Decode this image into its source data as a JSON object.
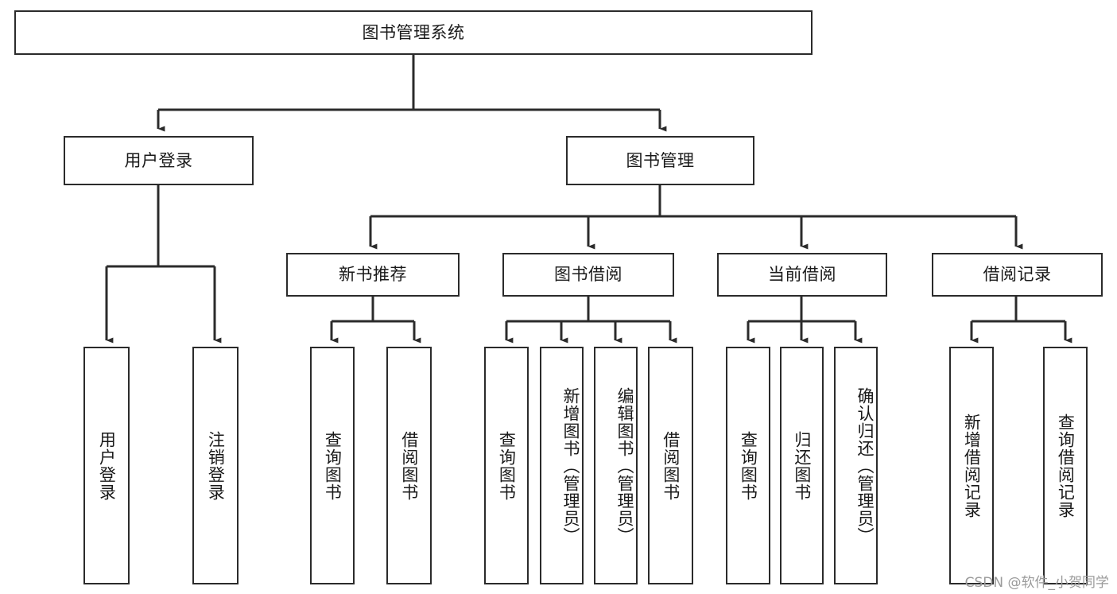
{
  "diagram": {
    "title": "图书管理系统",
    "type": "tree-hierarchy",
    "root": {
      "label": "图书管理系统"
    },
    "level2": [
      {
        "label": "用户登录"
      },
      {
        "label": "图书管理"
      }
    ],
    "level3": [
      {
        "label": "新书推荐"
      },
      {
        "label": "图书借阅"
      },
      {
        "label": "当前借阅"
      },
      {
        "label": "借阅记录"
      }
    ],
    "leaves": {
      "user_login": [
        {
          "label": "用户登录"
        },
        {
          "label": "注销登录"
        }
      ],
      "new_book_recommend": [
        {
          "label": "查询图书"
        },
        {
          "label": "借阅图书"
        }
      ],
      "book_borrow": [
        {
          "label": "查询图书"
        },
        {
          "label": "新增图书（管理员）"
        },
        {
          "label": "编辑图书（管理员）"
        },
        {
          "label": "借阅图书"
        }
      ],
      "current_borrow": [
        {
          "label": "查询图书"
        },
        {
          "label": "归还图书"
        },
        {
          "label": "确认归还（管理员）"
        }
      ],
      "borrow_record": [
        {
          "label": "新增借阅记录"
        },
        {
          "label": "查询借阅记录"
        }
      ]
    },
    "watermark": "CSDN @软件_小贺同学",
    "colors": {
      "stroke": "#2b2b2b",
      "fill": "#ffffff",
      "text": "#1a1a1a",
      "watermark": "#9a9a9a"
    }
  }
}
